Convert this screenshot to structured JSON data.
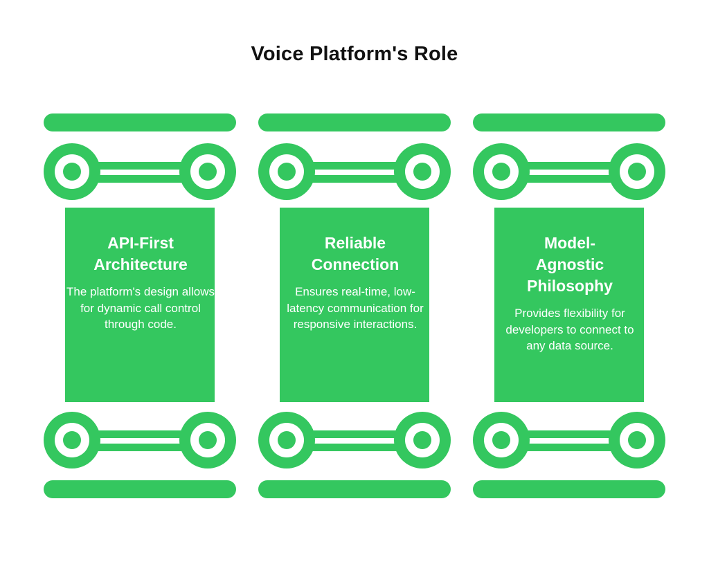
{
  "title": "Voice Platform's Role",
  "colors": {
    "pillar": "#34c75f",
    "background": "#ffffff",
    "text": "#ffffff",
    "title": "#111111"
  },
  "pillars": [
    {
      "heading": "API-First Architecture",
      "description": "The platform's design allows for dynamic call control through code."
    },
    {
      "heading": "Reliable Connection",
      "description": "Ensures real-time, low-latency communication for responsive interactions."
    },
    {
      "heading": "Model-Agnostic Philosophy",
      "description": "Provides flexibility for developers to connect to any data source."
    }
  ]
}
